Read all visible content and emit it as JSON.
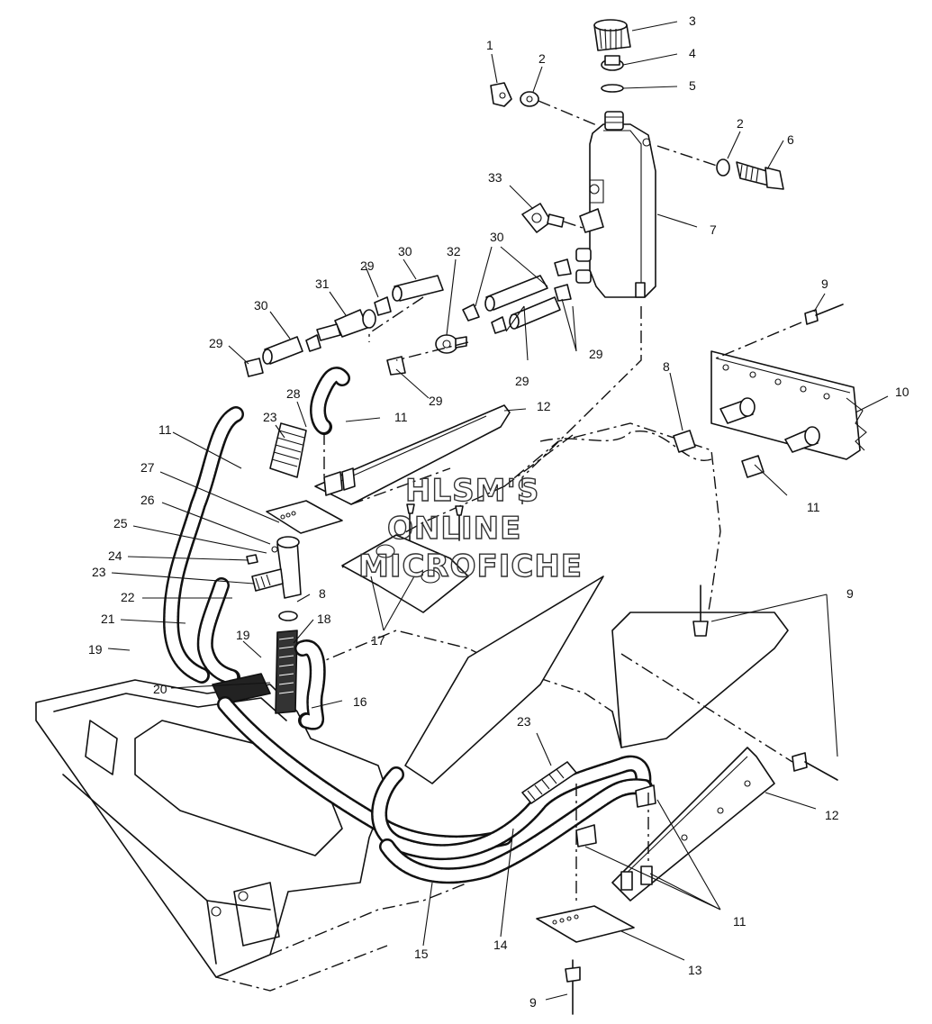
{
  "callouts": [
    {
      "id": "c1",
      "text": "1"
    },
    {
      "id": "c2a",
      "text": "2"
    },
    {
      "id": "c3",
      "text": "3"
    },
    {
      "id": "c4",
      "text": "4"
    },
    {
      "id": "c5",
      "text": "5"
    },
    {
      "id": "c2b",
      "text": "2"
    },
    {
      "id": "c6",
      "text": "6"
    },
    {
      "id": "c7",
      "text": "7"
    },
    {
      "id": "c33",
      "text": "33"
    },
    {
      "id": "c30a",
      "text": "30"
    },
    {
      "id": "c32",
      "text": "32"
    },
    {
      "id": "c30b",
      "text": "30"
    },
    {
      "id": "c29a",
      "text": "29"
    },
    {
      "id": "c31",
      "text": "31"
    },
    {
      "id": "c30c",
      "text": "30"
    },
    {
      "id": "c29b",
      "text": "29"
    },
    {
      "id": "c29c",
      "text": "29"
    },
    {
      "id": "c29d",
      "text": "29"
    },
    {
      "id": "c29e",
      "text": "29"
    },
    {
      "id": "c9a",
      "text": "9"
    },
    {
      "id": "c10",
      "text": "10"
    },
    {
      "id": "c8a",
      "text": "8"
    },
    {
      "id": "c11a",
      "text": "11"
    },
    {
      "id": "c12a",
      "text": "12"
    },
    {
      "id": "c11b",
      "text": "11"
    },
    {
      "id": "c28",
      "text": "28"
    },
    {
      "id": "c23a",
      "text": "23"
    },
    {
      "id": "c11c",
      "text": "11"
    },
    {
      "id": "c27",
      "text": "27"
    },
    {
      "id": "c26",
      "text": "26"
    },
    {
      "id": "c25",
      "text": "25"
    },
    {
      "id": "c24",
      "text": "24"
    },
    {
      "id": "c23b",
      "text": "23"
    },
    {
      "id": "c22",
      "text": "22"
    },
    {
      "id": "c21",
      "text": "21"
    },
    {
      "id": "c19a",
      "text": "19"
    },
    {
      "id": "c19b",
      "text": "19"
    },
    {
      "id": "c20",
      "text": "20"
    },
    {
      "id": "c8b",
      "text": "8"
    },
    {
      "id": "c18",
      "text": "18"
    },
    {
      "id": "c16",
      "text": "16"
    },
    {
      "id": "c17",
      "text": "17"
    },
    {
      "id": "c9b",
      "text": "9"
    },
    {
      "id": "c23c",
      "text": "23"
    },
    {
      "id": "c12b",
      "text": "12"
    },
    {
      "id": "c11d",
      "text": "11"
    },
    {
      "id": "c14",
      "text": "14"
    },
    {
      "id": "c15",
      "text": "15"
    },
    {
      "id": "c13",
      "text": "13"
    },
    {
      "id": "c9c",
      "text": "9"
    }
  ],
  "watermark": {
    "line1": "HLSM'S",
    "line2": "ONLINE",
    "line3": "MICROFICHE"
  }
}
